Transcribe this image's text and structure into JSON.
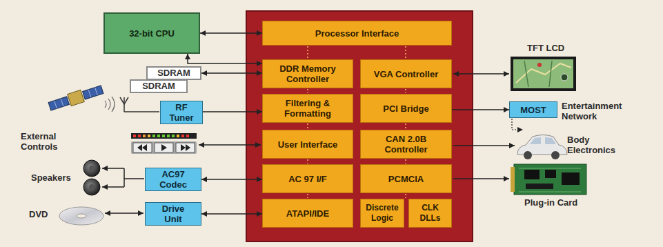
{
  "diagram": {
    "nodes": [
      {
        "text": [
          "32-bit CPU"
        ]
      },
      {
        "text": [
          "Processor Interface"
        ]
      },
      {
        "text": [
          "SDRAM"
        ]
      },
      {
        "text": [
          "SDRAM"
        ]
      },
      {
        "text": [
          "DDR Memory Controller"
        ]
      },
      {
        "text": [
          "VGA Controller"
        ]
      },
      {
        "text": [
          "RF Tuner"
        ]
      },
      {
        "text": [
          "Filtering & Formatting"
        ]
      },
      {
        "text": [
          "PCI Bridge"
        ]
      },
      {
        "text": [
          "MOST"
        ]
      },
      {
        "text": [
          "User Interface"
        ]
      },
      {
        "text": [
          "CAN 2.0B Controller"
        ]
      },
      {
        "text": [
          "AC97 Codec"
        ]
      },
      {
        "text": [
          "AC 97 I/F"
        ]
      },
      {
        "text": [
          "PCMCIA"
        ]
      },
      {
        "text": [
          "Drive Unit"
        ]
      },
      {
        "text": [
          "ATAPI/IDE"
        ]
      },
      {
        "text": [
          "Discrete Logic"
        ]
      },
      {
        "text": [
          "CLK DLLs"
        ]
      }
    ],
    "edges": [
      {
        "from": 0,
        "to": 1,
        "arrow": "both"
      },
      {
        "from": 0,
        "to": 4,
        "arrow": "both"
      },
      {
        "from": 2,
        "to": 4,
        "arrow": "both"
      },
      {
        "from": 6,
        "to": 7,
        "arrow": "to"
      },
      {
        "from": 8,
        "to": 9,
        "arrow": "to"
      },
      {
        "from": 12,
        "to": 13,
        "arrow": "both"
      },
      {
        "from": 15,
        "to": 16,
        "arrow": "both"
      }
    ],
    "labels": [
      "External Controls",
      "Speakers",
      "DVD",
      "TFT LCD",
      "Entertainment Network",
      "Body Electronics",
      "Plug-in Card"
    ]
  }
}
